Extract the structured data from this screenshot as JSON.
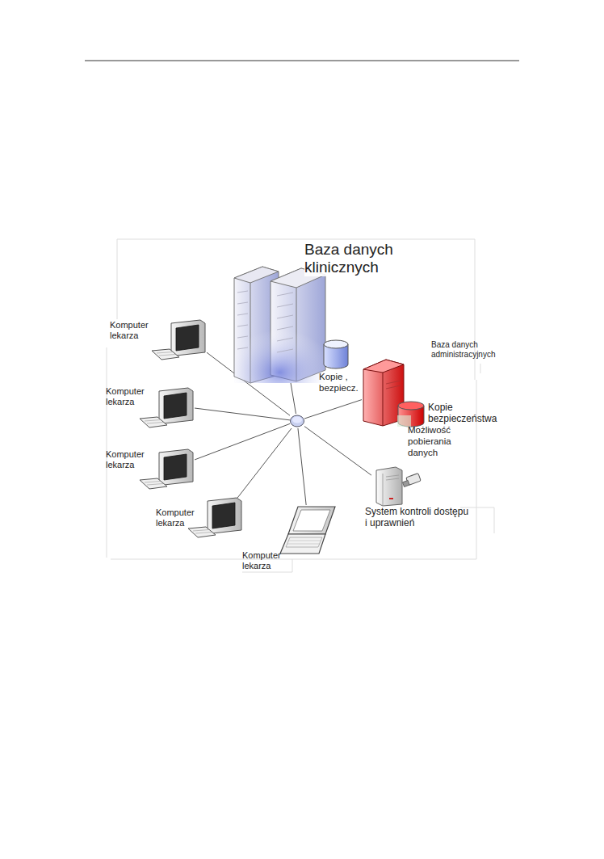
{
  "diagram": {
    "nodes": [
      {
        "text": [
          "Baza danych klinicznych"
        ]
      },
      {
        "text": [
          "Kopie , bezpiecz."
        ]
      },
      {
        "text": [
          "Baza danych administracyjnych"
        ]
      },
      {
        "text": [
          "Kopie bezpieczeństwa"
        ]
      },
      {
        "text": [
          "Komputer lekarza"
        ]
      },
      {
        "text": [
          "Komputer lekarza"
        ]
      },
      {
        "text": [
          "Komputer lekarza"
        ]
      },
      {
        "text": [
          "Komputer lekarza"
        ]
      },
      {
        "text": [
          "Komputer lekarza"
        ]
      },
      {
        "text": [
          "System kontroli dostępu i uprawnień"
        ]
      },
      {
        "text": []
      }
    ],
    "edges": [
      {
        "from": 10,
        "to": 0,
        "arrow": "none"
      },
      {
        "from": 10,
        "to": 2,
        "arrow": "none"
      },
      {
        "from": 10,
        "to": 4,
        "arrow": "none"
      },
      {
        "from": 10,
        "to": 5,
        "arrow": "none"
      },
      {
        "from": 10,
        "to": 6,
        "arrow": "none"
      },
      {
        "from": 10,
        "to": 7,
        "arrow": "none"
      },
      {
        "from": 10,
        "to": 8,
        "arrow": "none"
      },
      {
        "from": 10,
        "to": 9,
        "arrow": "none"
      }
    ],
    "labels": [
      "Możliwość pobierania danych"
    ]
  }
}
